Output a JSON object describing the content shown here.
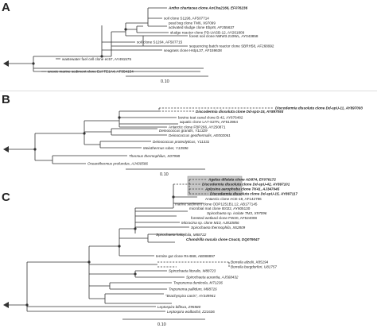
{
  "panels": [
    {
      "letter": "A",
      "scale_label": "0.10",
      "taxa": [
        {
          "label": "Antho chartacea clone AnCha2166, EF076236",
          "bold": true,
          "italic": true
        },
        {
          "label": "soil clone S1198, AF507714"
        },
        {
          "label": "peat bog clone TM6, X97099"
        },
        {
          "label": "activated sludge clone Ebpr8, AF255637"
        },
        {
          "label": "sludge reactor clone PD-UASB-12, AY261809"
        },
        {
          "label": "forest soil clone NMW3.210WL, AY043858"
        },
        {
          "label": "soil clone S1204, AF507715"
        },
        {
          "label": "sequencing batch reactor clone SBRH58, AF268992"
        },
        {
          "label": "seagrass clone HstpL37, AF159638"
        },
        {
          "label": "wastewater fuel cell clone ec57, AY491575"
        },
        {
          "label": "anoxic marine sediment clone Eel-TE1A4, AF354154"
        }
      ]
    },
    {
      "letter": "B",
      "scale_label": "0.10",
      "taxa": [
        {
          "label": "Discodermia dissoluta clone Dd-spU-11, AY897093",
          "bold": true,
          "italic": true
        },
        {
          "label": "Discodermia dissoluta clone Dd-spU-15, AY897093",
          "bold": true,
          "italic": true
        },
        {
          "label": "bovine teat canal clone B-42, AY876482"
        },
        {
          "label": "aquatic clone LA7-S27N, AF513964"
        },
        {
          "label": "Antarctic clone FBP266, AY250871"
        },
        {
          "label": "Deinococcus grandis, Y11329",
          "italic": true
        },
        {
          "label": "Deinococcus geothermalis, AE002061",
          "italic": true
        },
        {
          "label": "Deinococcus proteolyticus, Y11331",
          "italic": true
        },
        {
          "label": "Meiothermus ruber, Y13596",
          "italic": true
        },
        {
          "label": "Thermus thermophilus, X07998",
          "italic": true
        },
        {
          "label": "Oceanithermus profundus, AJ430586",
          "italic": true
        }
      ]
    },
    {
      "letter": "C",
      "scale_label": "0.10",
      "taxa": [
        {
          "label": "Agelas dilatata clone AD874, EF076172",
          "bold": true,
          "italic": true
        },
        {
          "label": "Discodermia dissoluta clone Dd-spU-42, AY897101",
          "bold": true,
          "italic": true
        },
        {
          "label": "Aplysina aerophoba clone TK41, AJ347045",
          "bold": true,
          "italic": true
        },
        {
          "label": "Discodermia dissoluta clone Dd-spU-15, AY897117",
          "bold": true,
          "italic": true
        },
        {
          "label": "Antarctic clone ACE-19, AF142796"
        },
        {
          "label": "marine sediment clone ODP1251B1.12, AB177145"
        },
        {
          "label": "microbial mat clone IE022, AY605130"
        },
        {
          "label": "Spirochaeta sp. isolate TM3, X97096",
          "italic": true
        },
        {
          "label": "forested wetland clone FW20, AF524008"
        },
        {
          "label": "Microcina sp. clone M10, AJ810856",
          "italic": true
        },
        {
          "label": "Spirochaeta thermophila, X62809",
          "italic": true
        },
        {
          "label": "Spirochaeta halophila, M88722",
          "italic": true
        },
        {
          "label": "Chondrilla nucula clone Cnuc5, DQ079047",
          "bold": true,
          "italic": true
        },
        {
          "label": "termite gut clone Rs-B68, AB088897"
        },
        {
          "label": "Borrelia afzelii, X85194",
          "italic": true
        },
        {
          "label": "Borrelia burgdorferi, U81757",
          "italic": true
        },
        {
          "label": "Spirochaeta litoralis, M88723",
          "italic": true
        },
        {
          "label": "Spirochaeta aurantia, AJ568432",
          "italic": true
        },
        {
          "label": "Treponema denticola, M71236",
          "italic": true
        },
        {
          "label": "Treponema pallidum, M88726",
          "italic": true
        },
        {
          "label": "\"Brachyspira canis\", AY349941",
          "italic": true
        },
        {
          "label": "Leptospira biflexa, Z95580",
          "italic": true
        },
        {
          "label": "Leptospira wolbachii, Z21636",
          "italic": true
        }
      ]
    }
  ]
}
